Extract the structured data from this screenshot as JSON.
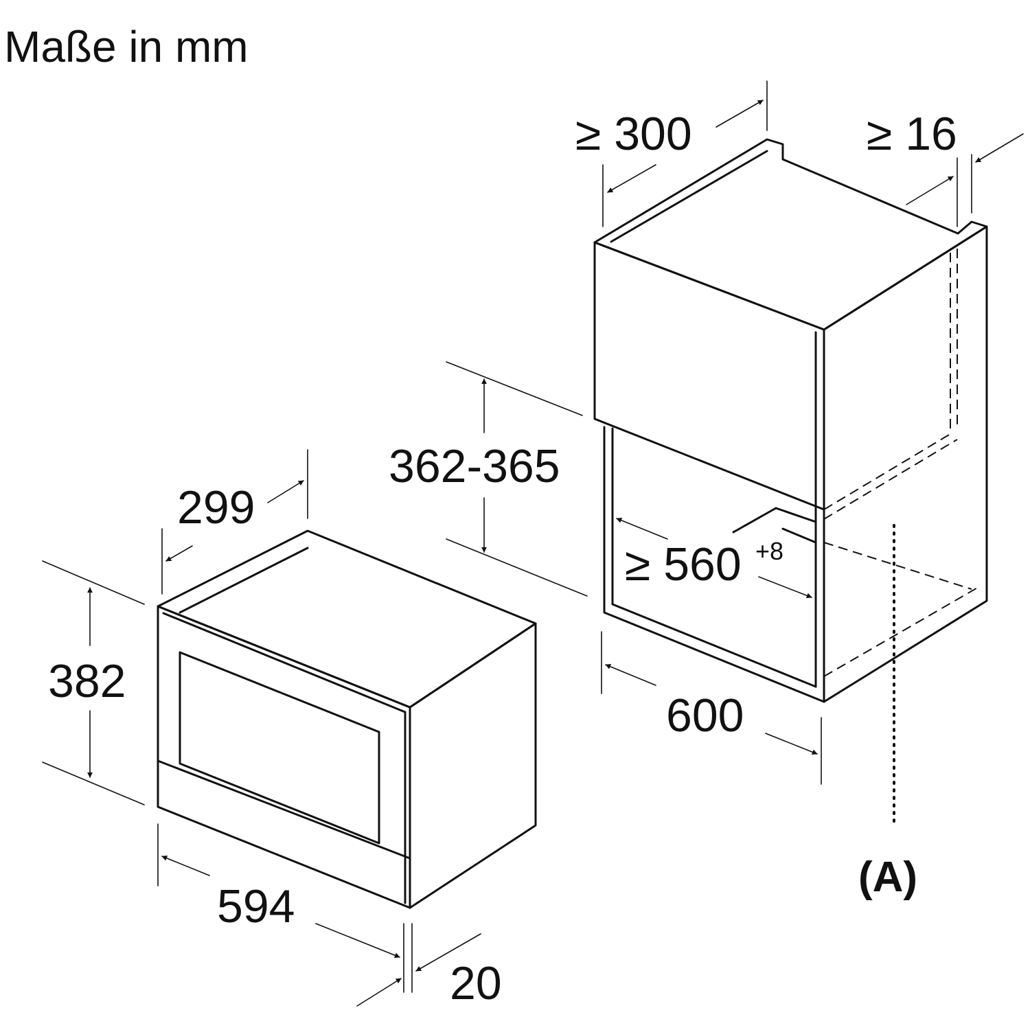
{
  "title": "Maße in mm",
  "appliance": {
    "depth": "299",
    "height": "382",
    "width": "594",
    "front": "20"
  },
  "niche": {
    "depth": "≥ 300",
    "rear_gap": "≥ 16",
    "height": "362-365",
    "inner_width": "≥ 560",
    "inner_width_tolerance": "+8",
    "width": "600"
  },
  "callout": "(A)"
}
